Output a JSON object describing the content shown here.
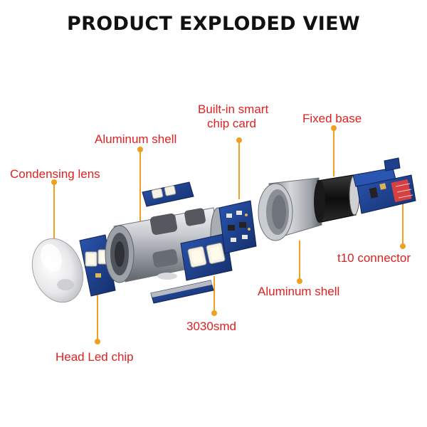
{
  "title": "PRODUCT EXPLODED VIEW",
  "labels": {
    "builtin_line1": "Built-in smart",
    "builtin_line2": "chip card",
    "fixed_base": "Fixed base",
    "aluminum_shell_top": "Aluminum shell",
    "condensing_lens": "Condensing lens",
    "t10_connector": "t10 connector",
    "aluminum_shell_bottom": "Aluminum shell",
    "smd": "3030smd",
    "head_led_chip": "Head Led chip"
  },
  "colors": {
    "label_text": "#e02020",
    "leader_line": "#f0a020",
    "pcb_blue": "#1e3f8c",
    "metal": "#b9bcc2",
    "led_chip": "#f4f1e8"
  }
}
